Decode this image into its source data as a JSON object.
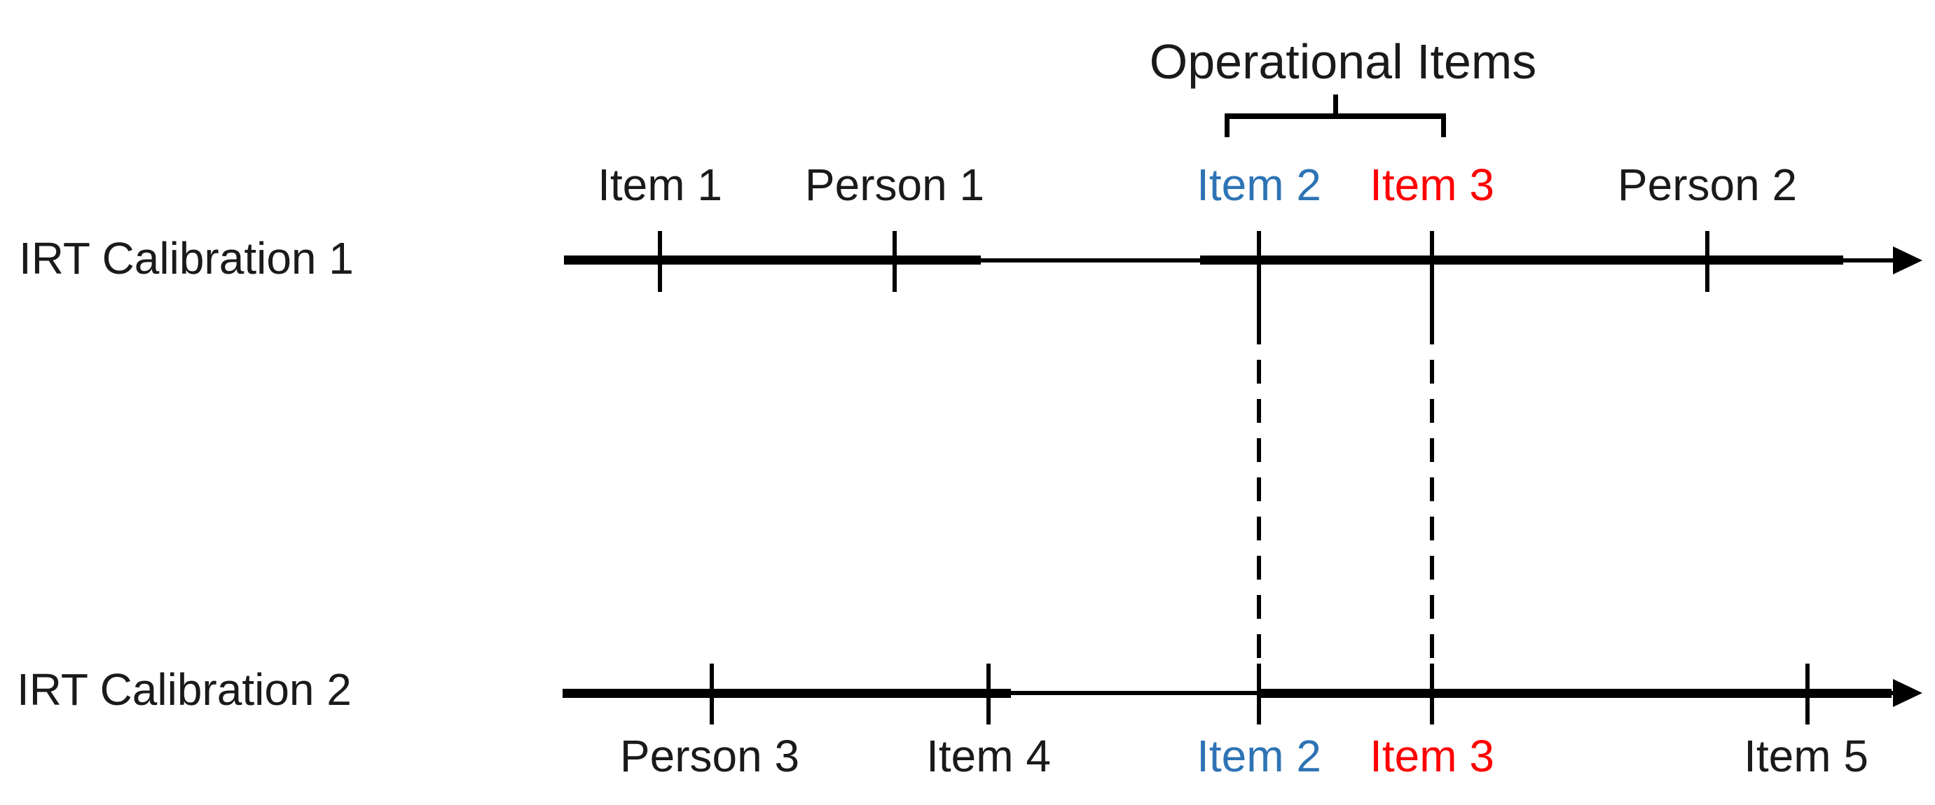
{
  "diagram": {
    "bracket_label": "Operational Items",
    "colors": {
      "line": "#000000",
      "text": "#1a1a1a",
      "item2_highlight": "#2e74b5",
      "item3_highlight": "#ff0000",
      "background": "#ffffff"
    },
    "calibration1": {
      "axis_label": "IRT Calibration 1",
      "points": {
        "item1": "Item 1",
        "person1": "Person 1",
        "item2": "Item 2",
        "item3": "Item 3",
        "person2": "Person 2"
      }
    },
    "calibration2": {
      "axis_label": "IRT Calibration 2",
      "points": {
        "person3": "Person 3",
        "item4": "Item 4",
        "item2": "Item 2",
        "item3": "Item 3",
        "item5": "Item 5"
      }
    }
  }
}
